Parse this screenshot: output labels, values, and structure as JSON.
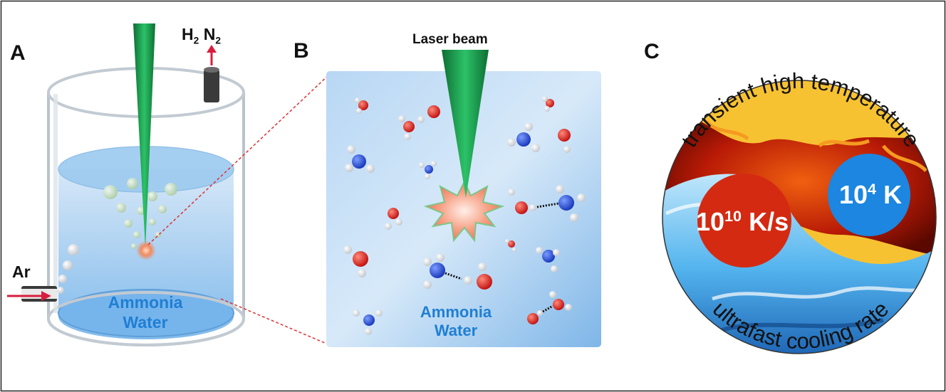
{
  "panels": {
    "a": {
      "letter": "A",
      "gas_out": [
        "H",
        "2",
        " N",
        "2"
      ],
      "gas_in": "Ar",
      "liquid": [
        "Ammonia",
        "Water"
      ]
    },
    "b": {
      "letter": "B",
      "beam": "Laser beam",
      "liquid": [
        "Ammonia",
        "Water"
      ]
    },
    "c": {
      "letter": "C",
      "arc_top": "transient high temperature",
      "arc_bottom": "ultrafast cooling rate",
      "rate": {
        "base": "10",
        "exp": "10",
        "unit": " K/s"
      },
      "temp": {
        "base": "10",
        "exp": "4",
        "unit": " K"
      }
    }
  },
  "colors": {
    "laser": "#1a9a4c",
    "water": "#4f9ce0",
    "nitrogen": "#1f4fd0",
    "oxygen": "#e01818",
    "hydrogen": "#f2f2f2",
    "hot_circle": "#d42a12",
    "cold_circle": "#1c86e0",
    "flame_bg": "#f7c232",
    "arrow": "#d81e3c"
  }
}
